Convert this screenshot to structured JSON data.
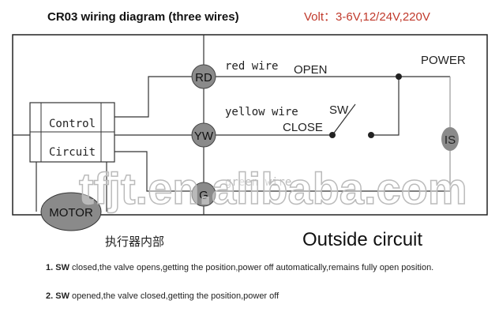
{
  "title": "CR03 wiring diagram (three wires)",
  "volt": "Volt：3-6V,12/24V,220V",
  "colors": {
    "volt": "#c0392b",
    "terminal": "#8a8a8a",
    "line": "#333333"
  },
  "terminals": {
    "rd": "RD",
    "yw": "YW",
    "g": "G",
    "is": "IS"
  },
  "labels": {
    "red_wire": "red wire",
    "open": "OPEN",
    "yellow_wire": "yellow wire",
    "sw": "SW",
    "close": "CLOSE",
    "green_wire": "green wire",
    "power": "POWER",
    "control": "Control",
    "circuit": "Circuit",
    "motor": "MOTOR",
    "inside": "执行器内部",
    "outside": "Outside circuit"
  },
  "watermark": "tfjt.en.alibaba.com",
  "notes": [
    {
      "num": "1.",
      "sw": "SW",
      "text": " closed,the valve opens,getting the position,power off automatically,remains fully open position."
    },
    {
      "num": "2.",
      "sw": "SW",
      "text": " opened,the valve closed,getting the position,power off"
    }
  ]
}
